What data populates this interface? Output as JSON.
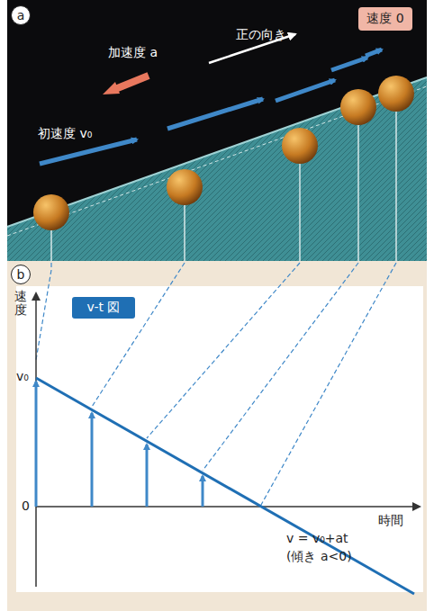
{
  "diagram": {
    "nodes": [
      {
        "text": [
          "a"
        ]
      },
      {
        "text": [
          "速度 0"
        ]
      },
      {
        "text": [
          "b"
        ]
      },
      {
        "text": [
          "v-t 図"
        ]
      }
    ],
    "labels": [
      "加速度 a",
      "正の向き",
      "初速度 v₀",
      "速度",
      "v₀",
      "0",
      "時間",
      "v = v₀+at",
      "(傾き a<0)"
    ]
  }
}
